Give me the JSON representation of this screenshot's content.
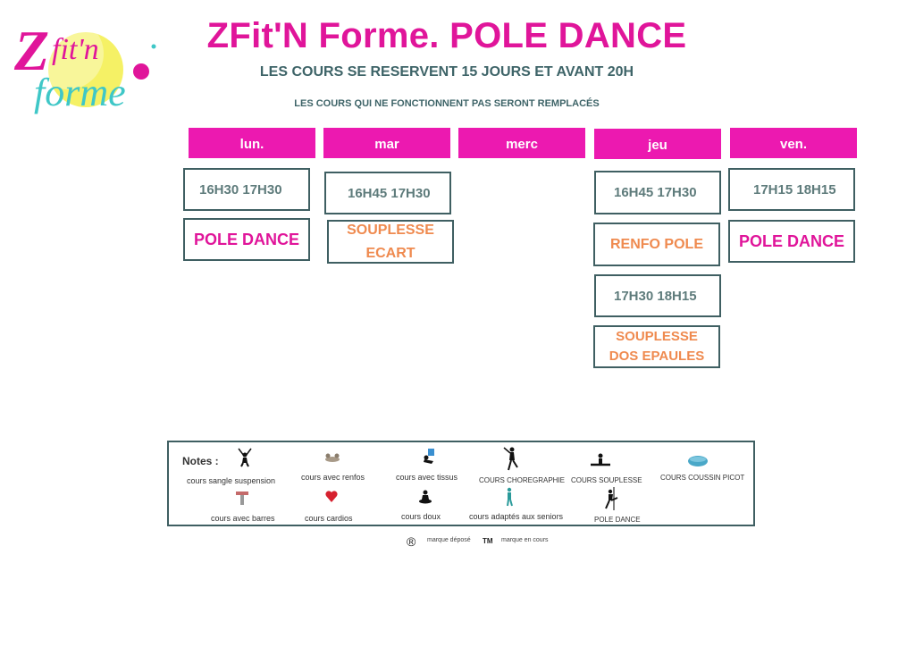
{
  "logo": {
    "line1": "Z fit'n",
    "line2": "forme"
  },
  "header": {
    "title": "ZFit'N Forme. POLE DANCE",
    "subtitle": "LES COURS SE RESERVENT 15 JOURS  ET  AVANT 20H",
    "note": "LES COURS QUI NE FONCTIONNENT PAS SERONT REMPLACÉS"
  },
  "days": [
    "lun.",
    "mar",
    "merc",
    "jeu",
    "ven."
  ],
  "schedule": {
    "lun": {
      "time": "16H30 17H30",
      "class": "POLE DANCE"
    },
    "mar": {
      "time": "16H45 17H30",
      "class_line1": "SOUPLESSE",
      "class_line2": "ECART"
    },
    "jeu": [
      {
        "time": "16H45 17H30",
        "class": "RENFO POLE"
      },
      {
        "time": "17H30 18H15",
        "class_line1": "SOUPLESSE",
        "class_line2": "DOS EPAULES"
      }
    ],
    "ven": {
      "time": "17H15 18H15",
      "class": "POLE DANCE"
    }
  },
  "notes": {
    "title": "Notes :",
    "items": [
      {
        "label": "cours sangle suspension",
        "icon": "suspension-icon"
      },
      {
        "label": "cours avec renfos",
        "icon": "renfo-icon"
      },
      {
        "label": "cours avec tissus",
        "icon": "tissus-icon"
      },
      {
        "label": "COURS  CHOREGRAPHIE",
        "icon": "choregraphie-icon"
      },
      {
        "label": "COURS  SOUPLESSE",
        "icon": "souplesse-icon"
      },
      {
        "label": "COURS  COUSSIN PICOT",
        "icon": "coussin-icon"
      },
      {
        "label": "cours avec barres",
        "icon": "barres-icon"
      },
      {
        "label": "cours cardios",
        "icon": "heart-icon"
      },
      {
        "label": "cours doux",
        "icon": "meditation-icon"
      },
      {
        "label": "cours adaptés aux seniors",
        "icon": "senior-icon"
      },
      {
        "label": "POLE DANCE",
        "icon": "pole-dance-icon"
      }
    ]
  },
  "footer": {
    "registered_symbol": "®",
    "registered_text": "marque déposé",
    "tm_symbol": "TM",
    "tm_text": "marque en cours"
  },
  "colors": {
    "pink": "#ec19b0",
    "orange": "#ef8a4f",
    "teal": "#3e6468"
  }
}
